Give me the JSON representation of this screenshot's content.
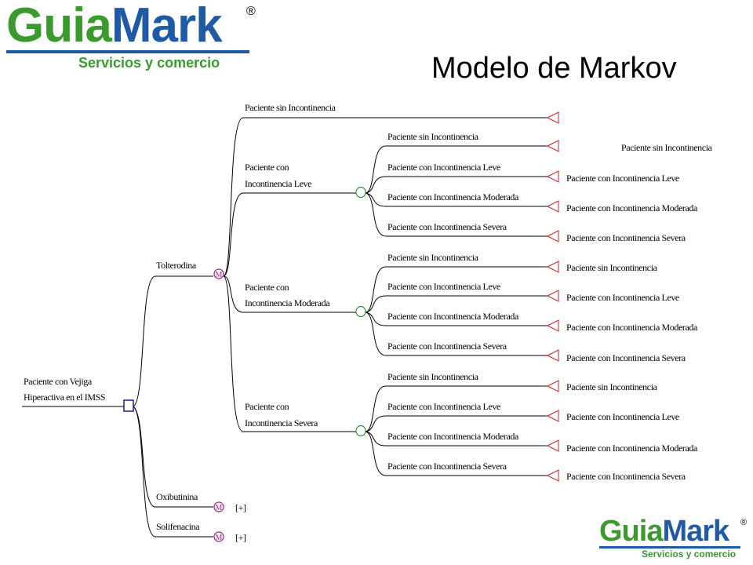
{
  "title": "Modelo de Markov",
  "logo": {
    "part1": "Guia",
    "part2": "Mark",
    "registered": "®",
    "tagline": "Servicios y comercio",
    "color_green": "#3a9a2e",
    "color_blue": "#1f5aa6"
  },
  "tree": {
    "root": [
      "Paciente con Vejiga",
      "Hiperactiva en el IMSS"
    ],
    "options": {
      "tolterodina": "Tolterodina",
      "oxibutinina": "Oxibutinina",
      "solifenacina": "Solifenacina",
      "collapsed_marker": "[+]",
      "markov_marker": "M"
    },
    "states": {
      "sin": "Paciente sin Incontinencia",
      "leve": [
        "Paciente con",
        "Incontinencia Leve"
      ],
      "moderada": [
        "Paciente con",
        "Incontinencia Moderada"
      ],
      "severa": [
        "Paciente con",
        "Incontinencia Severa"
      ]
    },
    "transitions": {
      "sin": "Paciente sin Incontinencia",
      "leve": "Paciente con Incontinencia Leve",
      "moderada": "Paciente con Incontinencia Moderada",
      "severa": "Paciente con Incontinencia Severa"
    },
    "terminals": {
      "sin": "Paciente sin Incontinencia",
      "leve": "Paciente con  Incontinencia Leve",
      "moderada": "Paciente con  Incontinencia Moderada",
      "severa": "Paciente con  Incontinencia Severa"
    }
  }
}
